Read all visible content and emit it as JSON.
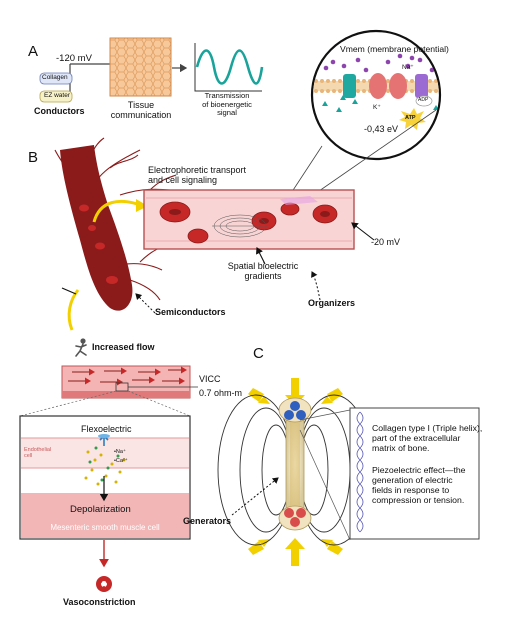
{
  "panels": {
    "a": "A",
    "b": "B",
    "c": "C"
  },
  "panel_a": {
    "voltage": "-120 mV",
    "collagen": "Collagen",
    "ez_water": "EZ water",
    "conductors": "Conductors",
    "tissue_line1": "Tissue",
    "tissue_line2": "communication",
    "transmission_line1": "Transmission",
    "transmission_line2": "of bioenergetic",
    "transmission_line3": "signal"
  },
  "membrane": {
    "title": "Vmem (membrane potential)",
    "na": "Na⁺",
    "k": "K⁺",
    "adp": "ADP",
    "atp": "ATP",
    "energy": "-0,43 eV"
  },
  "panel_b": {
    "transport_line1": "Electrophoretic transport",
    "transport_line2": "and cell signaling",
    "voltage": "-20 mV",
    "spatial_line1": "Spatial bioelectric",
    "spatial_line2": "gradients",
    "organizers": "Organizers",
    "semiconductors": "Semiconductors",
    "increased_flow": "Increased flow",
    "vicc": "VICC",
    "resistance": "0.7 ohm-m",
    "flexoelectric": "Flexoelectric",
    "endothelial_line1": "Endothelial",
    "endothelial_line2": "cell",
    "na": "•Na⁺",
    "ca": "•Ca²⁺",
    "depolarization": "Depolarization",
    "smooth_muscle": "Mesenteric smooth muscle cell",
    "vasoconstriction": "Vasoconstriction"
  },
  "panel_c": {
    "generators": "Generators",
    "collagen_line1": "Collagen type I (Triple helix),",
    "collagen_line2": "part of the extracellular",
    "collagen_line3": "matrix of bone.",
    "piezo_line1": "Piezoelectric effect—the",
    "piezo_line2": "generation of electric",
    "piezo_line3": "fields in response to",
    "piezo_line4": "compression or tension."
  },
  "colors": {
    "vessel_red": "#8b1a1a",
    "rbc_red": "#c62828",
    "vessel_pink": "#f8d4d4",
    "teal_wave": "#1aa39a",
    "yellow_arrow": "#f2d000",
    "smooth_muscle_pink": "#f2b6b6",
    "purple_ion": "#8e44ad"
  }
}
